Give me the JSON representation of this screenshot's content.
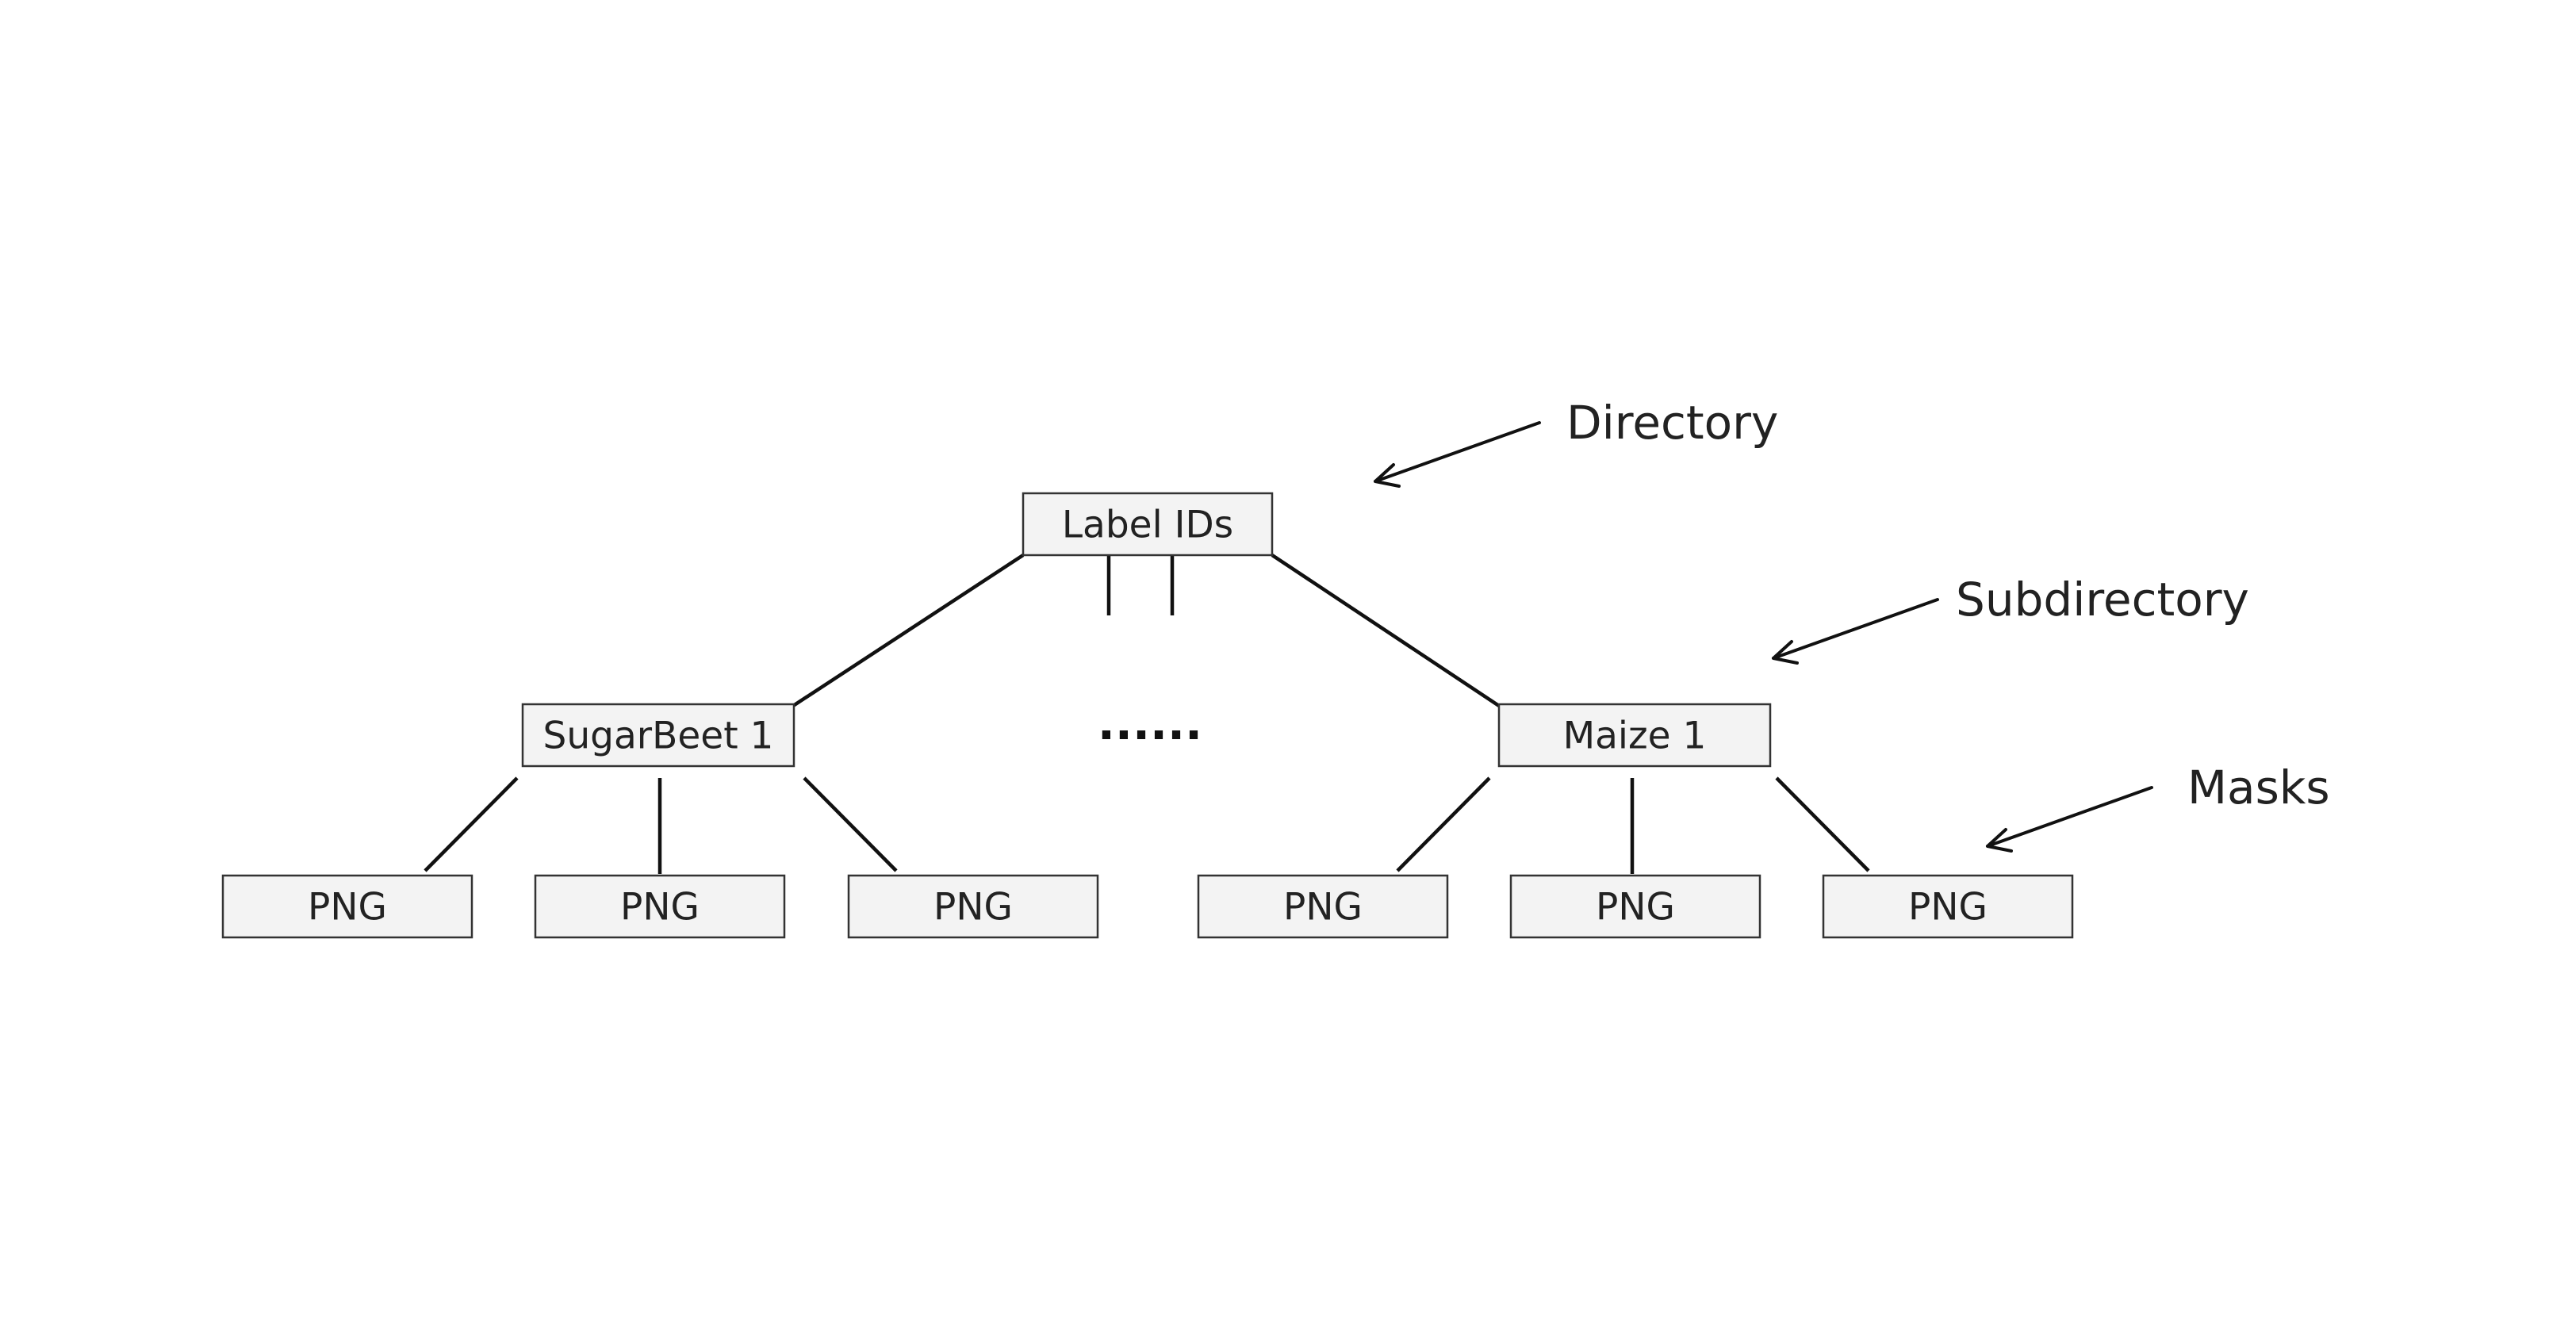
{
  "root": {
    "label": "Label IDs"
  },
  "subdirectories": [
    {
      "label": "SugarBeet 1"
    },
    {
      "label": "Maize 1"
    }
  ],
  "ellipsis": "......",
  "masks_left": [
    {
      "label": "PNG"
    },
    {
      "label": "PNG"
    },
    {
      "label": "PNG"
    }
  ],
  "masks_right": [
    {
      "label": "PNG"
    },
    {
      "label": "PNG"
    },
    {
      "label": "PNG"
    }
  ],
  "annotations": {
    "directory": "Directory",
    "subdirectory": "Subdirectory",
    "masks": "Masks"
  }
}
